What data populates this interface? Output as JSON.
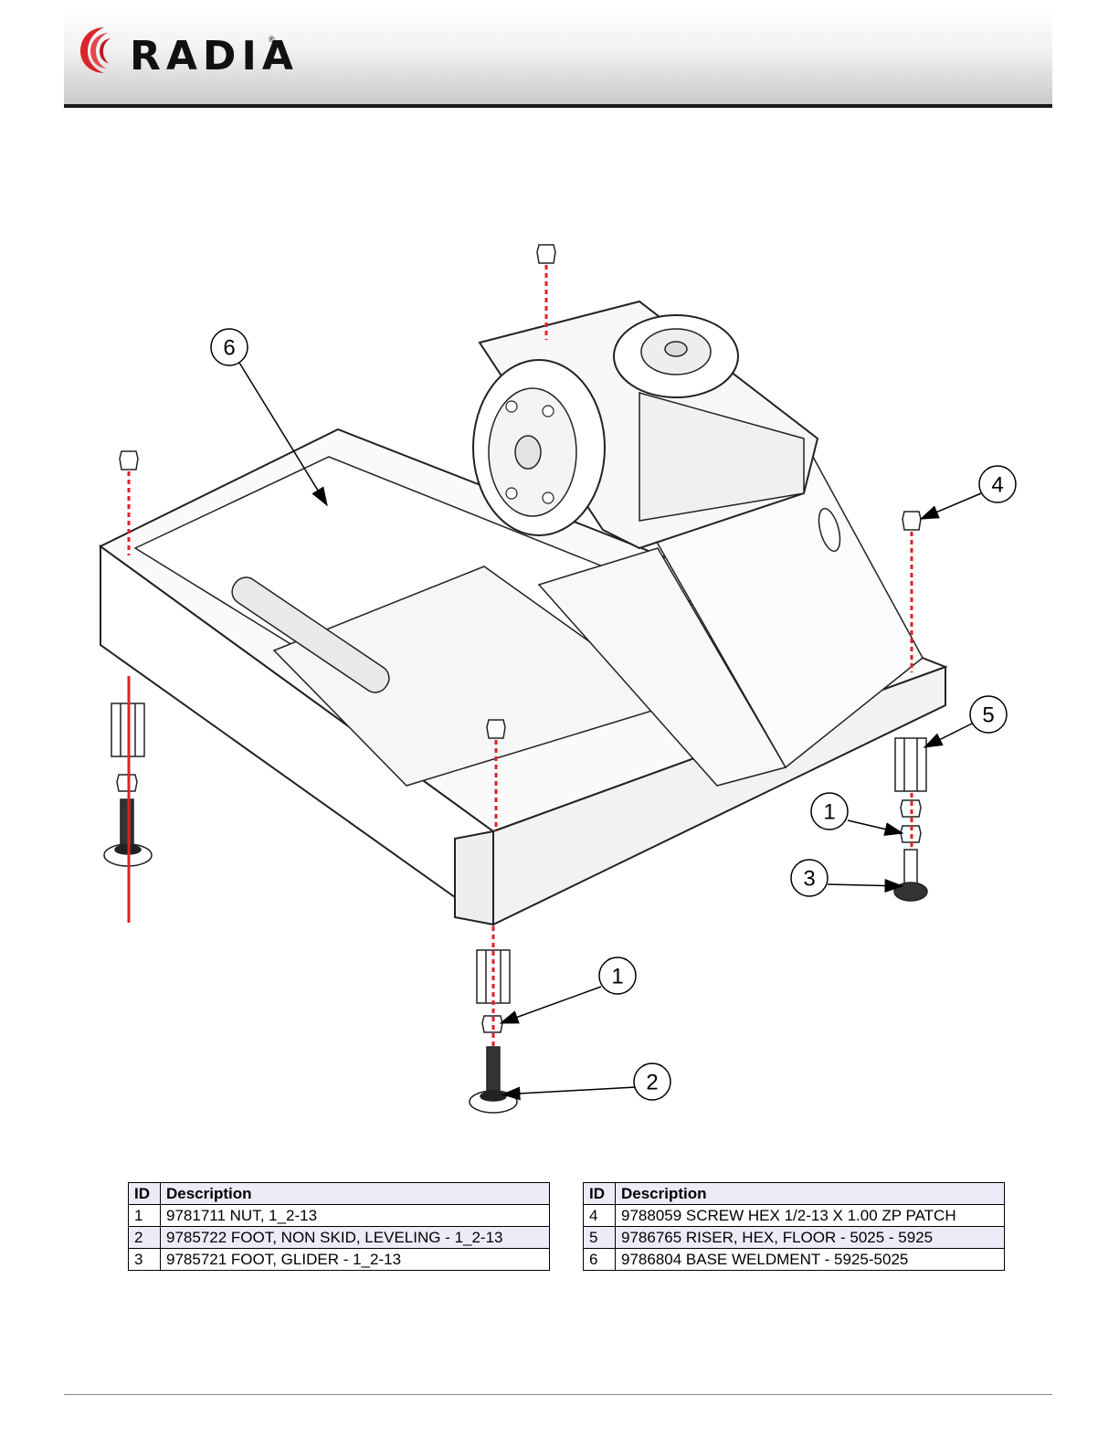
{
  "header": {
    "logo_text": "RADIA",
    "logo_mark": "®"
  },
  "diagram": {
    "callouts": [
      {
        "id": "6",
        "label": "6"
      },
      {
        "id": "4",
        "label": "4"
      },
      {
        "id": "5",
        "label": "5"
      },
      {
        "id": "1a",
        "label": "1"
      },
      {
        "id": "3",
        "label": "3"
      },
      {
        "id": "1b",
        "label": "1"
      },
      {
        "id": "2",
        "label": "2"
      }
    ]
  },
  "parts_left": {
    "headers": {
      "id": "ID",
      "description": "Description"
    },
    "rows": [
      {
        "id": "1",
        "description": "9781711 NUT, 1_2-13"
      },
      {
        "id": "2",
        "description": "9785722 FOOT, NON SKID, LEVELING - 1_2-13"
      },
      {
        "id": "3",
        "description": "9785721 FOOT, GLIDER - 1_2-13"
      }
    ]
  },
  "parts_right": {
    "headers": {
      "id": "ID",
      "description": "Description"
    },
    "rows": [
      {
        "id": "4",
        "description": "9788059 SCREW HEX 1/2-13 X 1.00 ZP PATCH"
      },
      {
        "id": "5",
        "description": "9786765 RISER, HEX, FLOOR - 5025 - 5925"
      },
      {
        "id": "6",
        "description": "9786804 BASE WELDMENT - 5925-5025"
      }
    ]
  },
  "colors": {
    "accent_red": "#d9262b",
    "dash_red": "#e0212a",
    "table_header_bg": "#ececf8"
  }
}
